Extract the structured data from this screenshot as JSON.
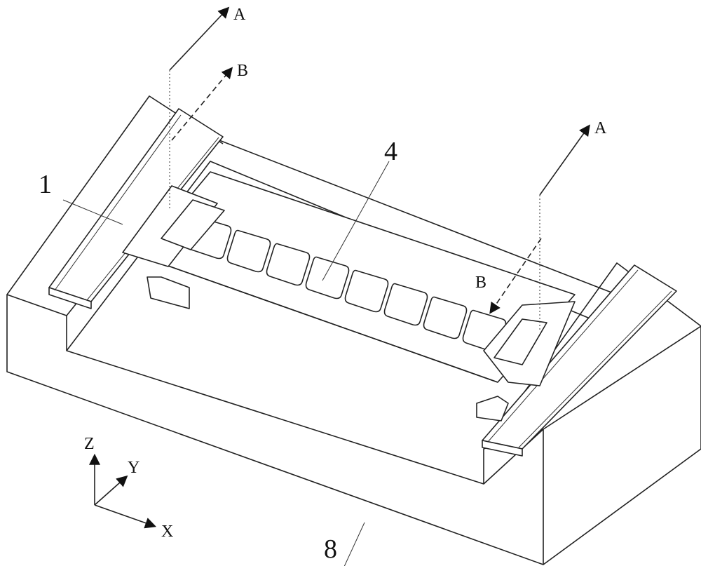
{
  "figure": {
    "section_labels": {
      "a_left": "A",
      "b_left": "B",
      "a_right": "A",
      "b_right": "B"
    },
    "part_labels": {
      "rail": "1",
      "beam": "4",
      "base": "8"
    },
    "axes": {
      "z": "Z",
      "y": "Y",
      "x": "X"
    }
  }
}
